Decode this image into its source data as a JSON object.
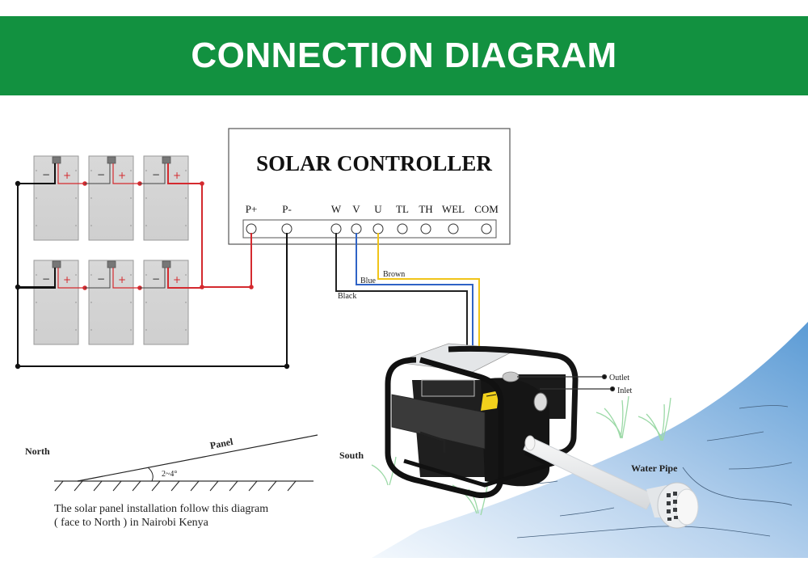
{
  "header": {
    "title": "CONNECTION DIAGRAM",
    "color": "#129140"
  },
  "controller": {
    "title": "SOLAR CONTROLLER",
    "terminals": [
      "P+",
      "P-",
      "W",
      "V",
      "U",
      "TL",
      "TH",
      "WEL",
      "COM"
    ]
  },
  "solar_array": {
    "rows": 2,
    "panels_per_row": 3,
    "panel_minus_symbol": "−",
    "panel_plus_symbol": "+"
  },
  "wires": {
    "black_label": "Black",
    "blue_label": "Blue",
    "brown_label": "Brown",
    "colors": {
      "positive": "#d42a2f",
      "negative": "#111111",
      "black": "#222222",
      "blue": "#2f63c6",
      "brown": "#f0c419"
    }
  },
  "pump": {
    "outlet_label": "Outlet",
    "inlet_label": "Inlet",
    "water_pipe_label": "Water Pipe"
  },
  "installation": {
    "north_label": "North",
    "south_label": "South",
    "panel_label": "Panel",
    "angle_label": "2~4°",
    "note_line1": "The solar panel installation follow this diagram",
    "note_line2": "( face to North ) in Nairobi Kenya"
  }
}
